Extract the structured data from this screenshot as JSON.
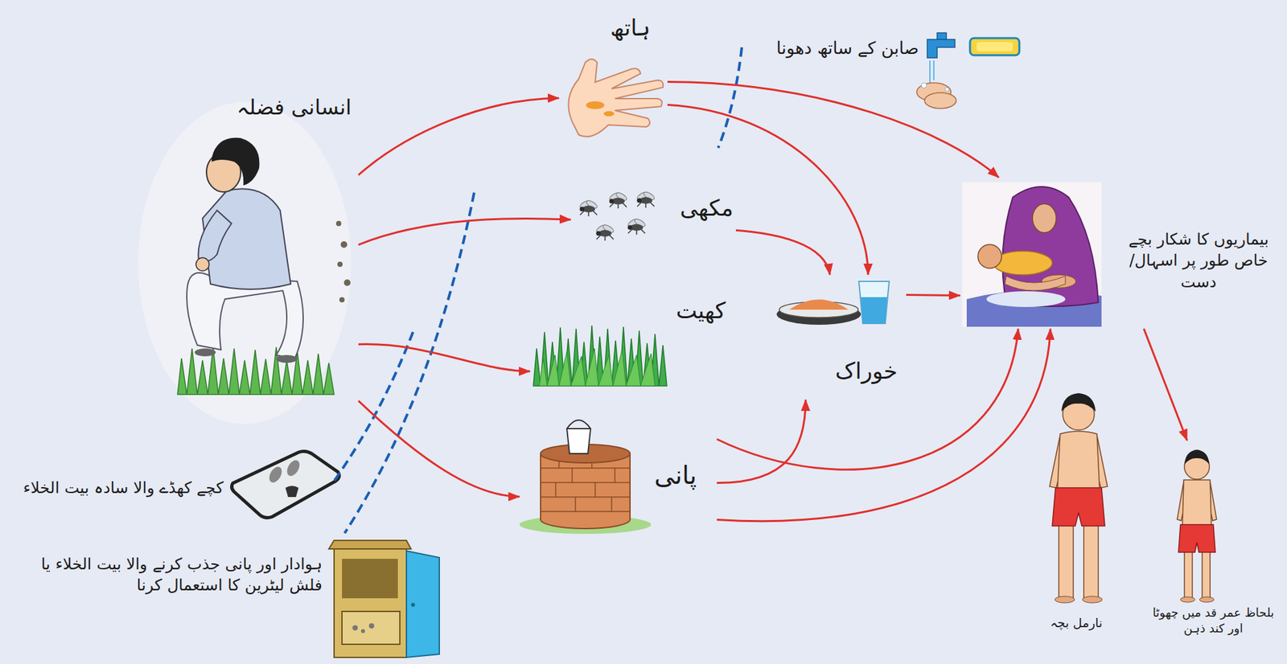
{
  "diagram": {
    "nodes": [
      {
        "text": [
          "انسانی فضلہ"
        ]
      },
      {
        "text": [
          "ہاتھ"
        ]
      },
      {
        "text": [
          "مکھی"
        ]
      },
      {
        "text": [
          "کھیت"
        ]
      },
      {
        "text": [
          "پانی"
        ]
      },
      {
        "text": [
          "خوراک"
        ]
      },
      {
        "text": [
          "بیماریوں کا شکار بچے خاص طور پر اسہال/دست"
        ]
      },
      {
        "text": [
          "نارمل بچہ"
        ]
      },
      {
        "text": [
          "بلحاظ عمر قد میں چھوٹا اور کند ذہن"
        ]
      }
    ],
    "edges": [
      {
        "from": 0,
        "to": 1,
        "arrow": "to"
      },
      {
        "from": 0,
        "to": 2,
        "arrow": "to"
      },
      {
        "from": 0,
        "to": 3,
        "arrow": "to"
      },
      {
        "from": 0,
        "to": 4,
        "arrow": "to"
      },
      {
        "from": 1,
        "to": 6,
        "arrow": "to"
      },
      {
        "from": 1,
        "to": 5,
        "arrow": "to"
      },
      {
        "from": 2,
        "to": 5,
        "arrow": "to"
      },
      {
        "from": 4,
        "to": 5,
        "arrow": "to"
      },
      {
        "from": 4,
        "to": 6,
        "arrow": "to"
      },
      {
        "from": 4,
        "to": 6,
        "arrow": "to"
      },
      {
        "from": 5,
        "to": 6,
        "arrow": "to"
      },
      {
        "from": 6,
        "to": 8,
        "arrow": "to"
      }
    ],
    "labels": [
      "صابن کے ساتھ دھونا",
      "کچے کھڈے والا سادہ بیت الخلاء",
      "ہوادار اور پانی جذب کرنے والا بیت الخلاء یا فلش لیٹرین کا استعمال کرنا"
    ]
  }
}
